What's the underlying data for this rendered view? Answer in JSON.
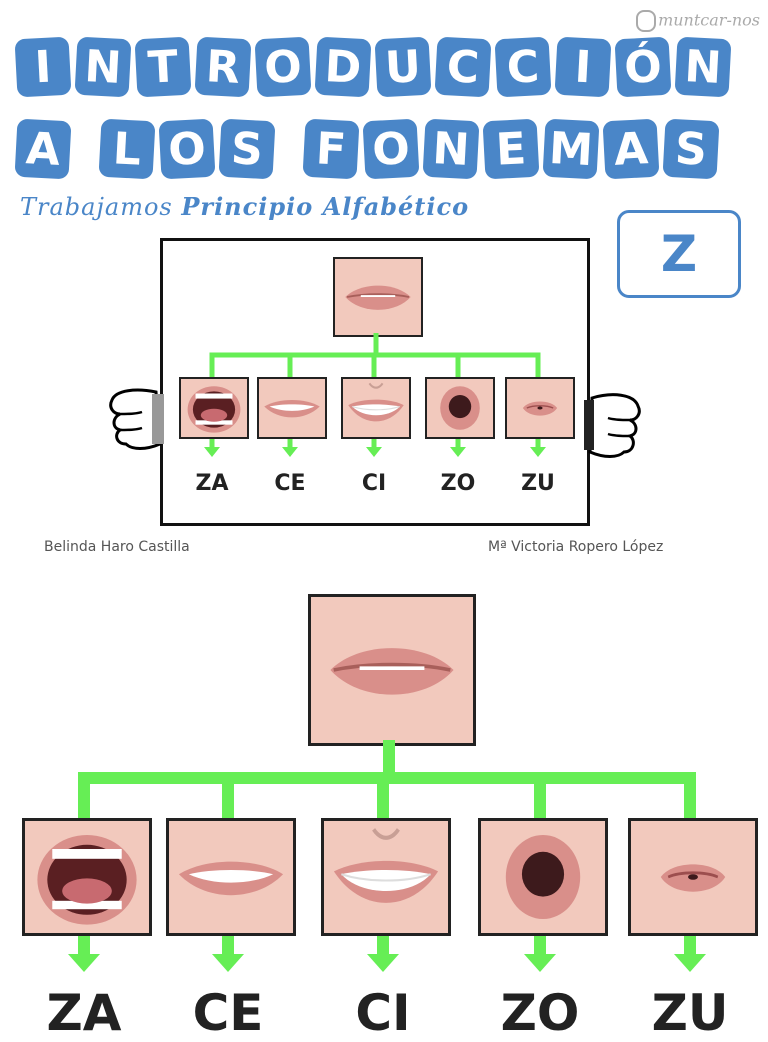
{
  "brand": "muntcar-nos",
  "title_line1": [
    "I",
    "N",
    "T",
    "R",
    "O",
    "D",
    "U",
    "C",
    "C",
    "I",
    "Ó",
    "N"
  ],
  "title_line2": [
    "A",
    " ",
    "L",
    "O",
    "S",
    " ",
    "F",
    "O",
    "N",
    "E",
    "M",
    "A",
    "S"
  ],
  "subtitle_plain": "Trabajamos ",
  "subtitle_bold": "Principio Alfabético",
  "letter": "Z",
  "syllables": [
    "ZA",
    "CE",
    "CI",
    "ZO",
    "ZU"
  ],
  "authors": {
    "left": "Belinda Haro Castilla",
    "right": "Mª Victoria Ropero López"
  },
  "colors": {
    "accent": "#4a86c8",
    "tree": "#66ee55",
    "skin": "#f2c9bd",
    "lips": "#d98f8a"
  }
}
